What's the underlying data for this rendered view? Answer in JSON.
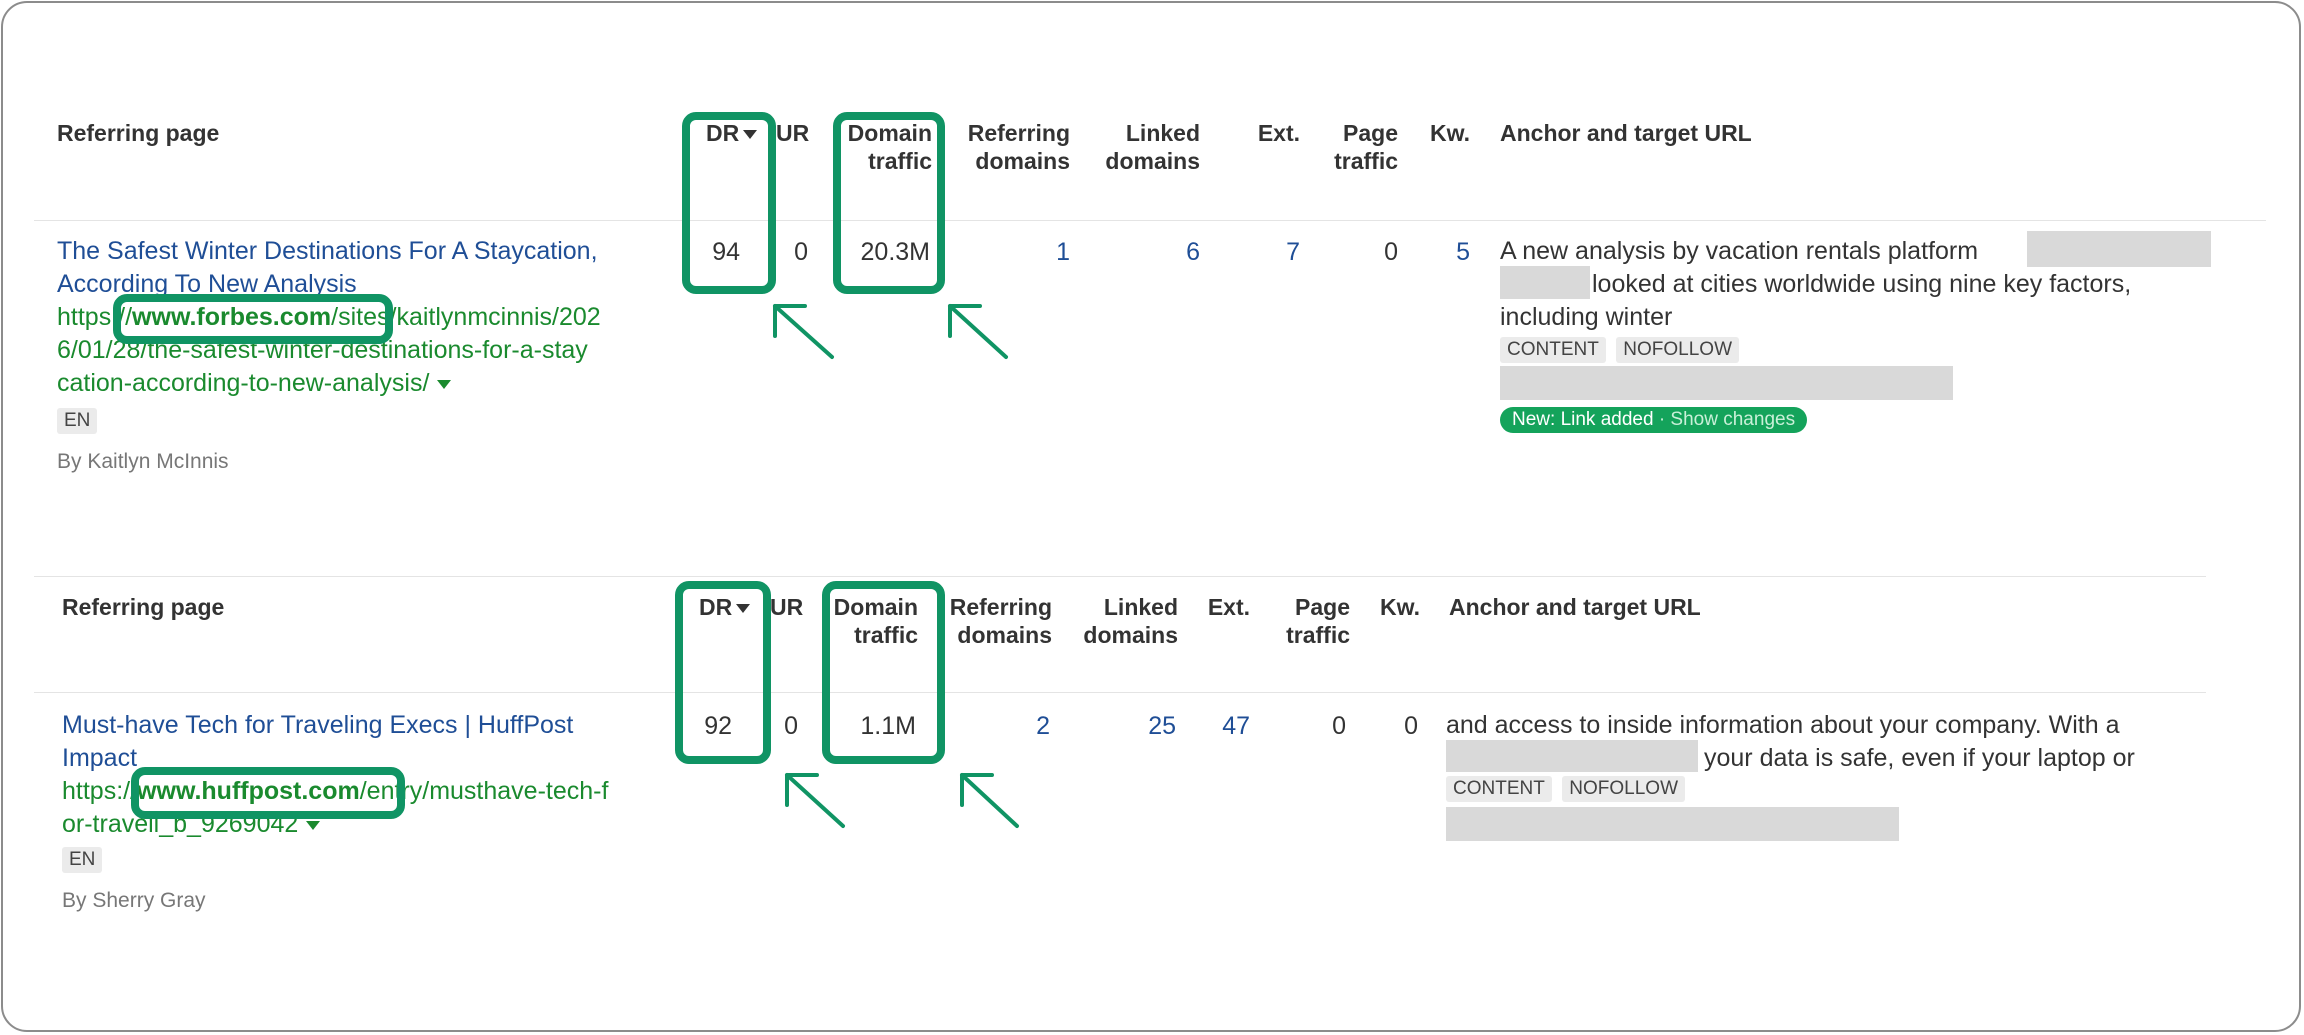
{
  "table1": {
    "headers": {
      "referring_page": "Referring page",
      "dr": "DR",
      "ur": "UR",
      "domain_traffic_1": "Domain",
      "domain_traffic_2": "traffic",
      "referring_domains_1": "Referring",
      "referring_domains_2": "domains",
      "linked_domains_1": "Linked",
      "linked_domains_2": "domains",
      "ext": "Ext.",
      "page_traffic_1": "Page",
      "page_traffic_2": "traffic",
      "kw": "Kw.",
      "anchor": "Anchor and target URL"
    },
    "row": {
      "title_line1": "The Safest Winter Destinations For A Staycation,",
      "title_line2": "According To New Analysis",
      "url_prefix": "https://",
      "url_domain": "www.forbes.com",
      "url_line1_rest": "/sites/kaitlynmcinnis/202",
      "url_line2": "6/01/28/the-safest-winter-destinations-for-a-stay",
      "url_line3": "cation-according-to-new-analysis/",
      "lang": "EN",
      "author": "By Kaitlyn McInnis",
      "dr": "94",
      "ur": "0",
      "domain_traffic": "20.3M",
      "referring_domains": "1",
      "linked_domains": "6",
      "ext": "7",
      "page_traffic": "0",
      "kw": "5",
      "anchor_line1": "A new analysis by vacation rentals platform",
      "anchor_line2": "looked at cities worldwide using nine key factors,",
      "anchor_line3": "including winter",
      "tag1": "CONTENT",
      "tag2": "NOFOLLOW",
      "new_badge": "New: Link added",
      "show_changes": "· Show changes"
    }
  },
  "table2": {
    "headers": {
      "referring_page": "Referring page",
      "dr": "DR",
      "ur": "UR",
      "domain_traffic_1": "Domain",
      "domain_traffic_2": "traffic",
      "referring_domains_1": "Referring",
      "referring_domains_2": "domains",
      "linked_domains_1": "Linked",
      "linked_domains_2": "domains",
      "ext": "Ext.",
      "page_traffic_1": "Page",
      "page_traffic_2": "traffic",
      "kw": "Kw.",
      "anchor": "Anchor and target URL"
    },
    "row": {
      "title_line1": "Must-have Tech for Traveling Execs | HuffPost",
      "title_line2": "Impact",
      "url_prefix": "https://",
      "url_domain": "www.huffpost.com",
      "url_line1_rest": "/entry/musthave-tech-f",
      "url_line2": "or-travell_b_9269042",
      "lang": "EN",
      "author": "By Sherry Gray",
      "dr": "92",
      "ur": "0",
      "domain_traffic": "1.1M",
      "referring_domains": "2",
      "linked_domains": "25",
      "ext": "47",
      "page_traffic": "0",
      "kw": "0",
      "anchor_line1": "and access to inside information about your company. With a",
      "anchor_line2": "your data is safe, even if your laptop or",
      "tag1": "CONTENT",
      "tag2": "NOFOLLOW"
    }
  },
  "colors": {
    "highlight": "#109464",
    "link_blue": "#1f4e96",
    "url_green": "#1a8a2e"
  }
}
